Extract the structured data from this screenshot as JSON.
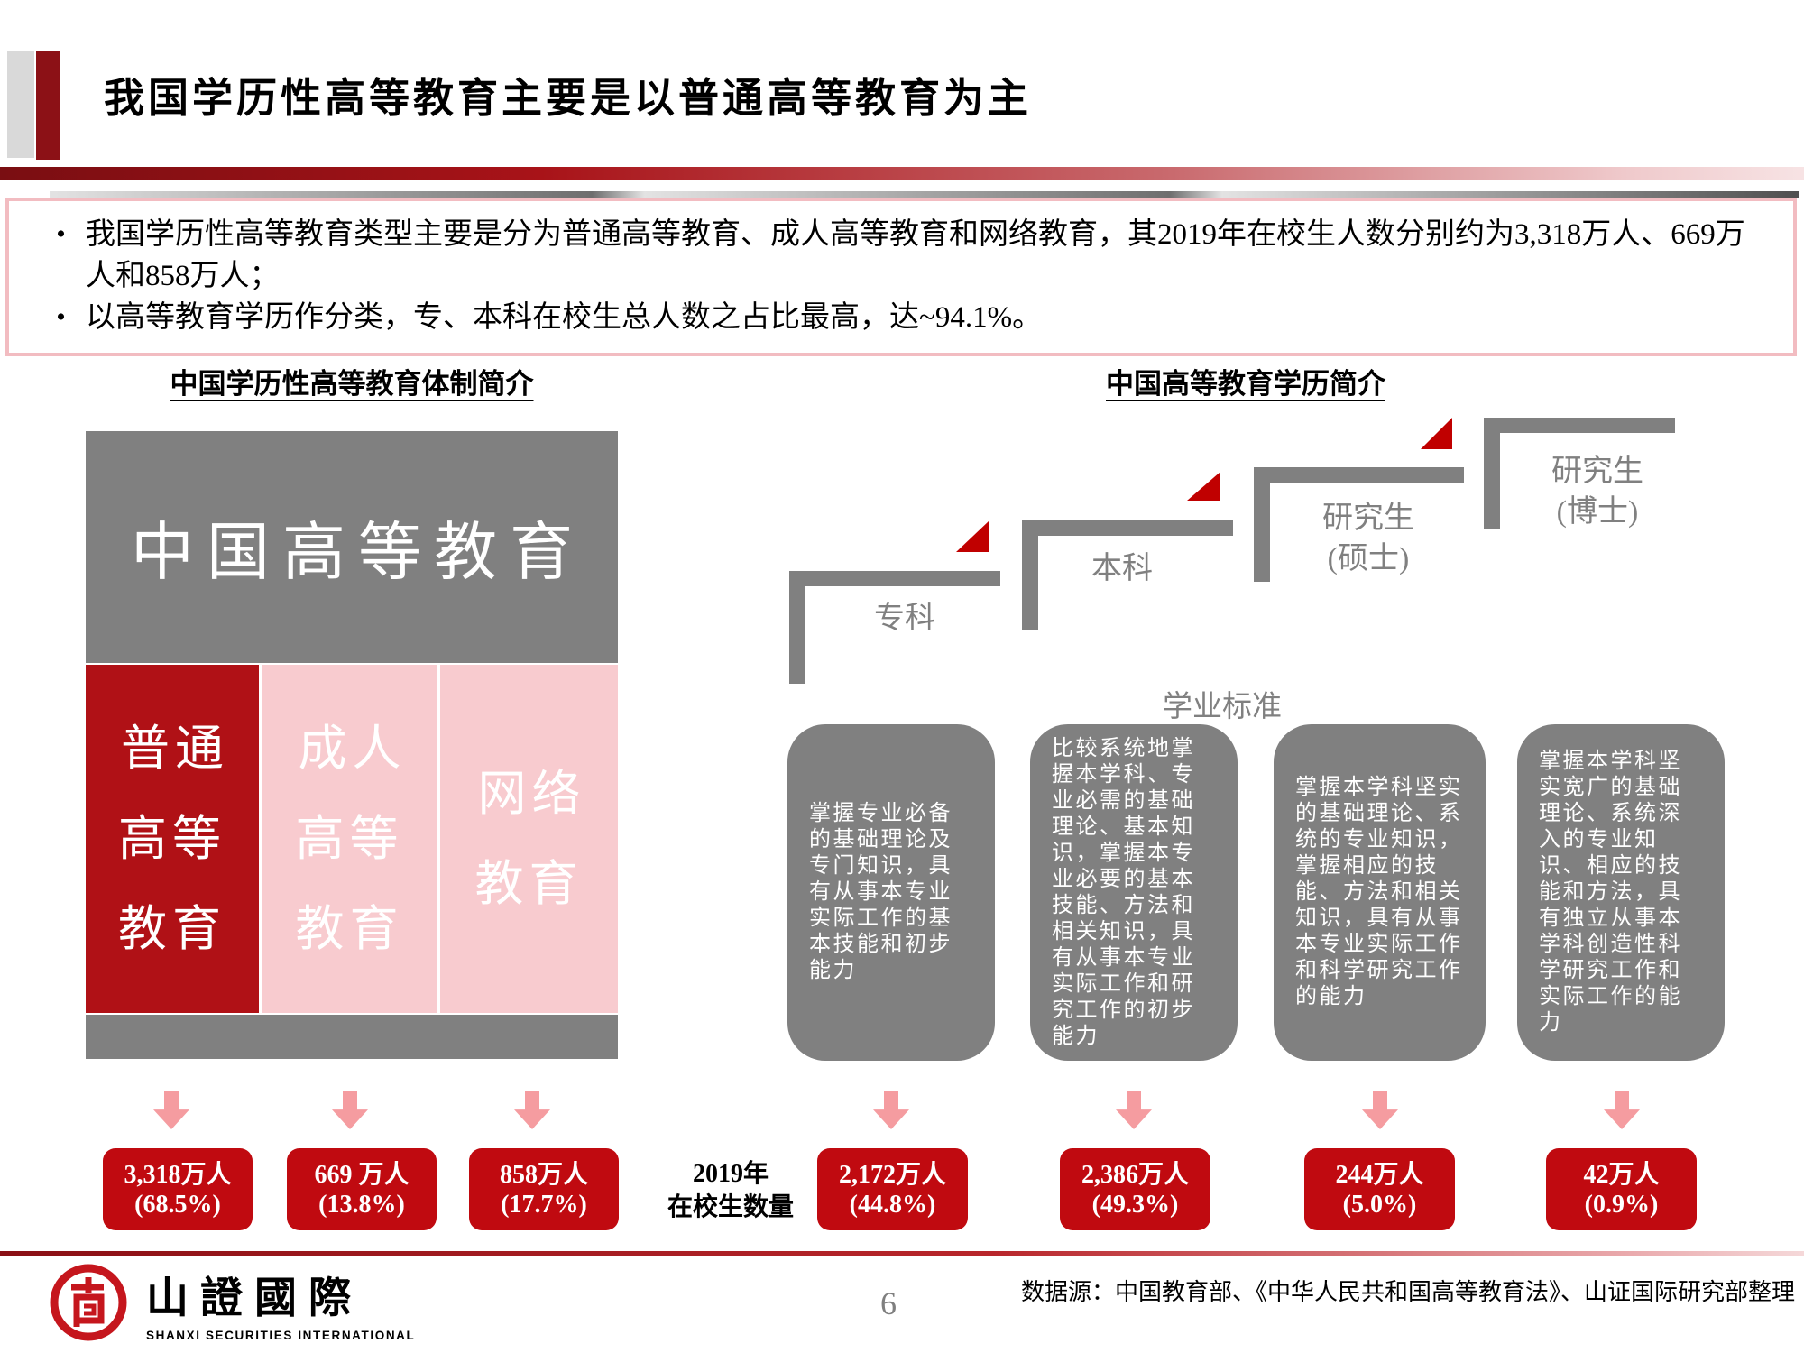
{
  "page": {
    "title": "我国学历性高等教育主要是以普通高等教育为主",
    "page_number": "6",
    "source_note": "数据源：中国教育部、《中华人民共和国高等教育法》、山证国际研究部整理"
  },
  "bullets": [
    {
      "marker": "•",
      "text": "我国学历性高等教育类型主要是分为普通高等教育、成人高等教育和网络教育，其2019年在校生人数分别约为3,318万人、669万人和858万人；"
    },
    {
      "marker": "•",
      "text": "以高等教育学历作分类，专、本科在校生总人数之占比最高，达~94.1%。"
    }
  ],
  "left_section": {
    "heading": "中国学历性高等教育体制简介",
    "root_label": "中国高等教育",
    "branches": [
      {
        "label": "普通\n高等\n教育",
        "students": "3,318万人",
        "share": "(68.5%)"
      },
      {
        "label": "成人\n高等\n教育",
        "students": "669 万人",
        "share": "(13.8%)"
      },
      {
        "label": "网络\n教育",
        "students": "858万人",
        "share": "(17.7%)"
      }
    ]
  },
  "right_section": {
    "heading": "中国高等教育学历简介",
    "standards_title": "学业标准",
    "count_caption": "2019年\n在校生数量",
    "levels": [
      {
        "name": "专科",
        "standard": "掌握专业必备的基础理论及专门知识，具有从事本专业实际工作的基本技能和初步能力",
        "students": "2,172万人",
        "share": "(44.8%)"
      },
      {
        "name": "本科",
        "standard": "比较系统地掌握本学科、专业必需的基础理论、基本知识，掌握本专业必要的基本技能、方法和相关知识，具有从事本专业实际工作和研究工作的初步能力",
        "students": "2,386万人",
        "share": "(49.3%)"
      },
      {
        "name": "研究生\n(硕士)",
        "standard": "掌握本学科坚实的基础理论、系统的专业知识，掌握相应的技能、方法和相关知识，具有从事本专业实际工作和科学研究工作的能力",
        "students": "244万人",
        "share": "(5.0%)"
      },
      {
        "name": "研究生\n(博士)",
        "standard": "掌握本学科坚实宽广的基础理论、系统深入的专业知识、相应的技能和方法，具有独立从事本学科创造性科学研究工作和实际工作的能力",
        "students": "42万人",
        "share": "(0.9%)"
      }
    ]
  },
  "footer": {
    "logo_cn": "山證國際",
    "logo_en": "SHANXI SECURITIES INTERNATIONAL"
  },
  "colors": {
    "highlight_red": "#B01116",
    "number_box_red": "#C00A10",
    "triangle_red": "#C00000",
    "branch_pink": "#F8CBCF",
    "arrow_pink": "#F59CA0",
    "diagram_gray": "#808080",
    "deco_maroon": "#8C1116"
  }
}
